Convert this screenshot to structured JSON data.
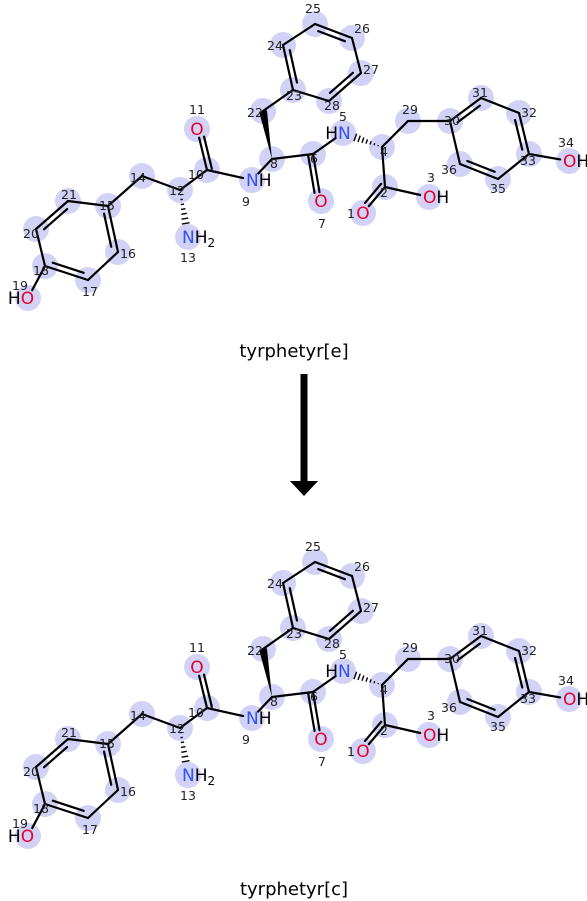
{
  "diagram": {
    "colors": {
      "bond": "#000000",
      "oxygen": "#e8002b",
      "nitrogen": "#3050f8",
      "hydrogen": "#000000",
      "highlight": "#d2d2f7",
      "index": "#222222"
    },
    "panels": [
      {
        "caption": "tyrphetyr[e]",
        "tag": "e"
      },
      {
        "caption": "tyrphetyr[c]",
        "tag": "c"
      }
    ],
    "atoms": [
      {
        "n": "1",
        "el": "O"
      },
      {
        "n": "2",
        "el": "C"
      },
      {
        "n": "3",
        "el": "O",
        "h": "H"
      },
      {
        "n": "4",
        "el": "C"
      },
      {
        "n": "5",
        "el": "N",
        "h": "H"
      },
      {
        "n": "6",
        "el": "C"
      },
      {
        "n": "7",
        "el": "O"
      },
      {
        "n": "8",
        "el": "C"
      },
      {
        "n": "9",
        "el": "N",
        "h": "H"
      },
      {
        "n": "10",
        "el": "C"
      },
      {
        "n": "11",
        "el": "O"
      },
      {
        "n": "12",
        "el": "C"
      },
      {
        "n": "13",
        "el": "N",
        "h": "H",
        "hsub": "2"
      },
      {
        "n": "14",
        "el": "C"
      },
      {
        "n": "15",
        "el": "C"
      },
      {
        "n": "16",
        "el": "C"
      },
      {
        "n": "17",
        "el": "C"
      },
      {
        "n": "18",
        "el": "C"
      },
      {
        "n": "19",
        "el": "O",
        "h": "H"
      },
      {
        "n": "20",
        "el": "C"
      },
      {
        "n": "21",
        "el": "C"
      },
      {
        "n": "22",
        "el": "C"
      },
      {
        "n": "23",
        "el": "C"
      },
      {
        "n": "24",
        "el": "C"
      },
      {
        "n": "25",
        "el": "C"
      },
      {
        "n": "26",
        "el": "C"
      },
      {
        "n": "27",
        "el": "C"
      },
      {
        "n": "28",
        "el": "C"
      },
      {
        "n": "29",
        "el": "C"
      },
      {
        "n": "30",
        "el": "C"
      },
      {
        "n": "31",
        "el": "C"
      },
      {
        "n": "32",
        "el": "C"
      },
      {
        "n": "33",
        "el": "C"
      },
      {
        "n": "34",
        "el": "O",
        "h": "H"
      },
      {
        "n": "35",
        "el": "C"
      },
      {
        "n": "36",
        "el": "C"
      }
    ],
    "bonds": [
      [
        "2",
        "1",
        2
      ],
      [
        "2",
        "3",
        1
      ],
      [
        "2",
        "4",
        1
      ],
      [
        "4",
        "5",
        1
      ],
      [
        "4",
        "29",
        1
      ],
      [
        "5",
        "6",
        1
      ],
      [
        "6",
        "7",
        2
      ],
      [
        "6",
        "8",
        1
      ],
      [
        "8",
        "9",
        1
      ],
      [
        "8",
        "22",
        1
      ],
      [
        "9",
        "10",
        1
      ],
      [
        "10",
        "11",
        2
      ],
      [
        "10",
        "12",
        1
      ],
      [
        "12",
        "13",
        1
      ],
      [
        "12",
        "14",
        1
      ],
      [
        "14",
        "15",
        1
      ],
      [
        "15",
        "16",
        2
      ],
      [
        "16",
        "17",
        1
      ],
      [
        "17",
        "18",
        2
      ],
      [
        "18",
        "19",
        1
      ],
      [
        "18",
        "20",
        1
      ],
      [
        "20",
        "21",
        2
      ],
      [
        "21",
        "15",
        1
      ],
      [
        "22",
        "23",
        1
      ],
      [
        "23",
        "24",
        2
      ],
      [
        "24",
        "25",
        1
      ],
      [
        "25",
        "26",
        2
      ],
      [
        "26",
        "27",
        1
      ],
      [
        "27",
        "28",
        2
      ],
      [
        "28",
        "23",
        1
      ],
      [
        "29",
        "30",
        1
      ],
      [
        "30",
        "31",
        2
      ],
      [
        "31",
        "32",
        1
      ],
      [
        "32",
        "33",
        2
      ],
      [
        "33",
        "34",
        1
      ],
      [
        "33",
        "35",
        1
      ],
      [
        "35",
        "36",
        2
      ],
      [
        "36",
        "30",
        1
      ]
    ],
    "highlighted": [
      "1",
      "2",
      "3",
      "4",
      "5",
      "6",
      "7",
      "8",
      "9",
      "10",
      "11",
      "12",
      "13",
      "14",
      "15",
      "16",
      "17",
      "18",
      "19",
      "20",
      "21",
      "22",
      "23",
      "24",
      "25",
      "26",
      "27",
      "28",
      "29",
      "30",
      "31",
      "32",
      "33",
      "34",
      "35",
      "36"
    ]
  }
}
